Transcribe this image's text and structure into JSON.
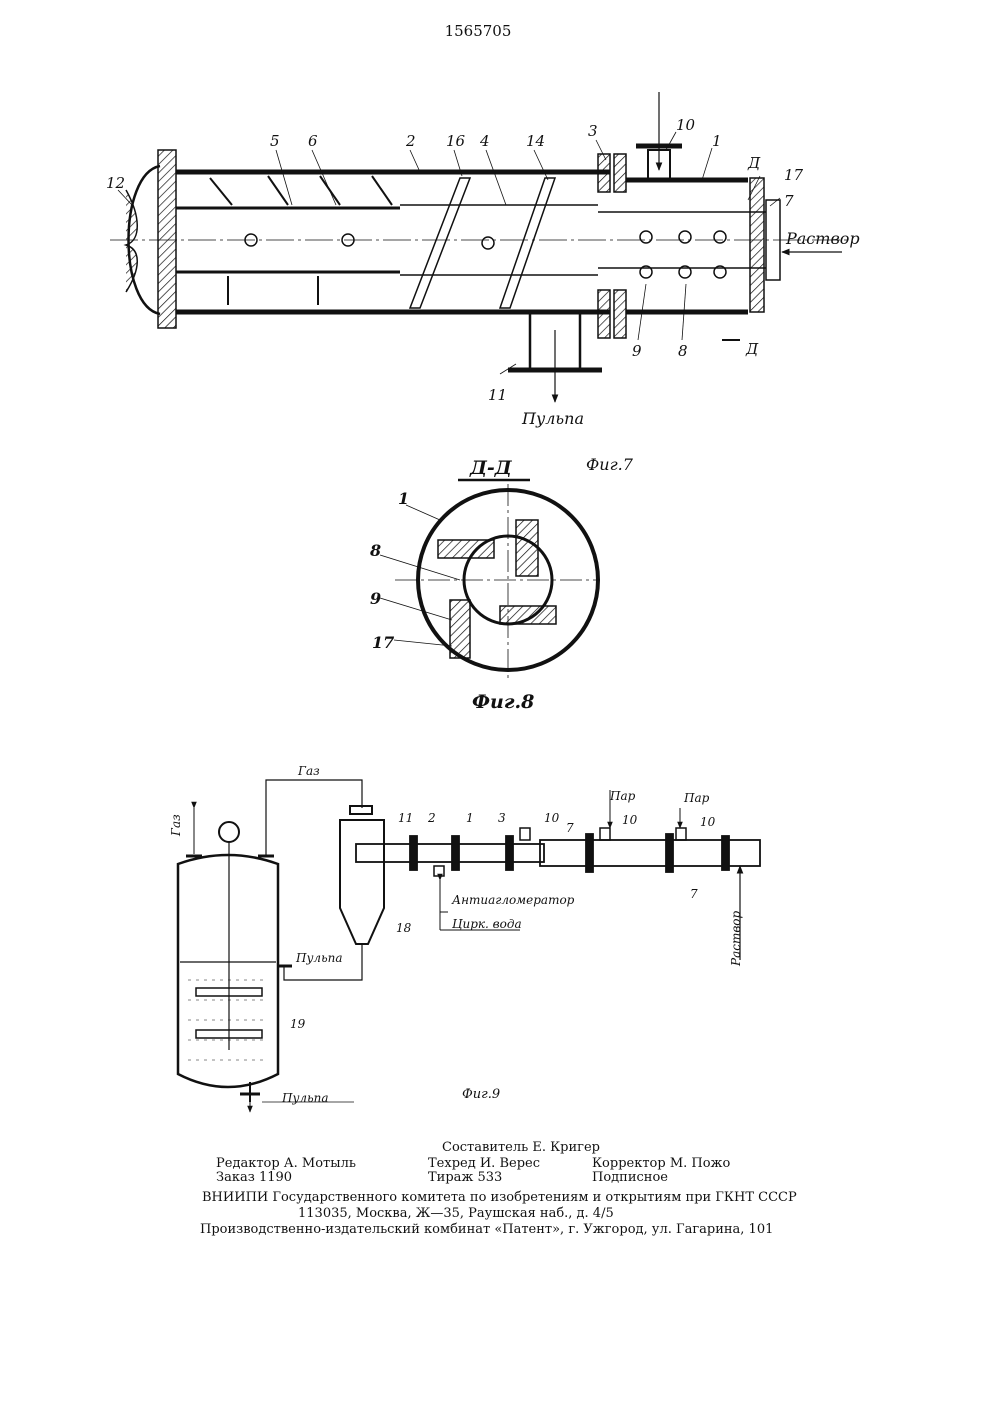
{
  "patent_number": "1565705",
  "fig7": {
    "caption": "Фиг.7",
    "section_mark": "Д",
    "labels": [
      "12",
      "5",
      "6",
      "2",
      "16",
      "4",
      "14",
      "3",
      "10",
      "1",
      "17",
      "7",
      "11",
      "9",
      "8"
    ],
    "flow_solution": "Раствор",
    "flow_pulp": "Пульпа"
  },
  "fig8": {
    "caption": "Фиг.8",
    "section_title": "Д-Д",
    "labels": [
      "1",
      "8",
      "9",
      "17"
    ]
  },
  "fig9": {
    "caption": "Фиг.9",
    "gas_top": "Газ",
    "gas_left": "Газ",
    "pulp_mid": "Пульпа",
    "pulp_bottom": "Пульпа",
    "antiagglomerator": "Антиагломератор",
    "cooling_water": "Цирк. вода",
    "steam_1": "Пар",
    "steam_2": "Пар",
    "solution": "Раствор",
    "labels": [
      "11",
      "2",
      "1",
      "3",
      "10",
      "7",
      "10",
      "10",
      "7",
      "18",
      "19"
    ]
  },
  "footer": {
    "compiler": "Составитель Е. Кригер",
    "editor": "Редактор А. Мотыль",
    "techred": "Техред И. Верес",
    "corrector": "Корректор М. Пожо",
    "order": "Заказ 1190",
    "circulation": "Тираж 533",
    "subscription": "Подписное",
    "org": "ВНИИПИ Государственного комитета по изобретениям и открытиям при ГКНТ СССР",
    "address": "113035, Москва, Ж—35, Раушская наб., д. 4/5",
    "publisher": "Производственно-издательский комбинат «Патент», г. Ужгород, ул. Гагарина, 101"
  }
}
